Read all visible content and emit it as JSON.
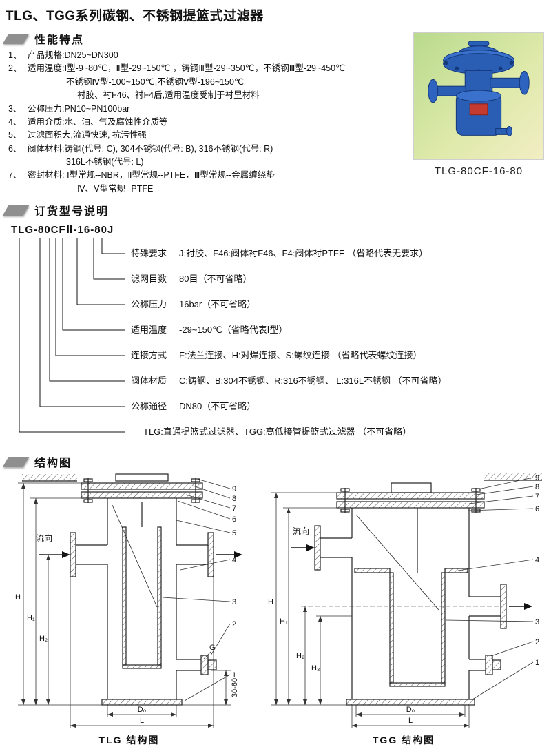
{
  "page_title": "TLG、TGG系列碳钢、不锈钢提篮式过滤器",
  "features": {
    "heading": "性能特点",
    "items": [
      {
        "num": "1、",
        "lines": [
          "产品规格:DN25~DN300"
        ]
      },
      {
        "num": "2、",
        "lines": [
          "适用温度:Ⅰ型-9~80℃，Ⅱ型-29~150℃ ，铸钢Ⅲ型-29~350℃，不锈钢Ⅲ型-29~450℃",
          "不锈钢Ⅳ型-100~150℃,不锈钢Ⅴ型-196~150℃",
          "衬胶、衬F46、衬F4后,适用温度受制于衬里材料"
        ]
      },
      {
        "num": "3、",
        "lines": [
          "公称压力:PN10~PN100bar"
        ]
      },
      {
        "num": "4、",
        "lines": [
          "适用介质:水、油、气及腐蚀性介质等"
        ]
      },
      {
        "num": "5、",
        "lines": [
          "过滤面积大,流通快速, 抗污性强"
        ]
      },
      {
        "num": "6、",
        "lines": [
          "阀体材料:铸钢(代号: C), 304不锈钢(代号: B), 316不锈钢(代号: R)",
          "316L不锈钢(代号: L)"
        ]
      },
      {
        "num": "7、",
        "lines": [
          "密封材料: Ⅰ型常规--NBR，Ⅱ型常规--PTFE，Ⅲ型常规--金属缠绕垫",
          "Ⅳ、Ⅴ型常规--PTFE"
        ]
      }
    ]
  },
  "product": {
    "caption": "TLG-80CF-16-80"
  },
  "ordering": {
    "heading": "订货型号说明",
    "model_code": "TLG-80CFⅡ-16-80J",
    "rows": [
      {
        "label": "特殊要求",
        "desc": "J:衬胶、F46:阀体衬F46、F4:阀体衬PTFE （省略代表无要求）"
      },
      {
        "label": "滤网目数",
        "desc": "80目（不可省略）"
      },
      {
        "label": "公称压力",
        "desc": "16bar（不可省略）"
      },
      {
        "label": "适用温度",
        "desc": "-29~150℃（省略代表Ⅰ型）"
      },
      {
        "label": "连接方式",
        "desc": "F:法兰连接、H:对焊连接、S:螺纹连接 （省略代表螺纹连接）"
      },
      {
        "label": "阀体材质",
        "desc": "C:铸钢、B:304不锈钢、R:316不锈钢、 L:316L不锈钢 （不可省略）"
      },
      {
        "label": "公称通径",
        "desc": "DN80（不可省略）"
      },
      {
        "label": "",
        "desc": "TLG:直通提篮式过滤器、TGG:高低接管提篮式过滤器 （不可省略）"
      }
    ]
  },
  "structure": {
    "heading": "结构图",
    "flow_label": "流向",
    "tlg": {
      "caption": "TLG 结构图",
      "callouts": [
        "9",
        "8",
        "7",
        "6",
        "5",
        "4",
        "3",
        "2",
        "1"
      ],
      "dims": {
        "h": "H",
        "h1": "H₁",
        "h2": "H₂",
        "g": "G",
        "d0": "D₀",
        "l": "L",
        "range": "30-60"
      }
    },
    "tgg": {
      "caption": "TGG 结构图",
      "callouts": [
        "9",
        "8",
        "7",
        "6",
        "4",
        "3",
        "2",
        "1"
      ],
      "dims": {
        "h": "H",
        "h1": "H₁",
        "h2": "H₂",
        "h3": "H₃",
        "d0": "D₀",
        "l": "L"
      }
    }
  }
}
